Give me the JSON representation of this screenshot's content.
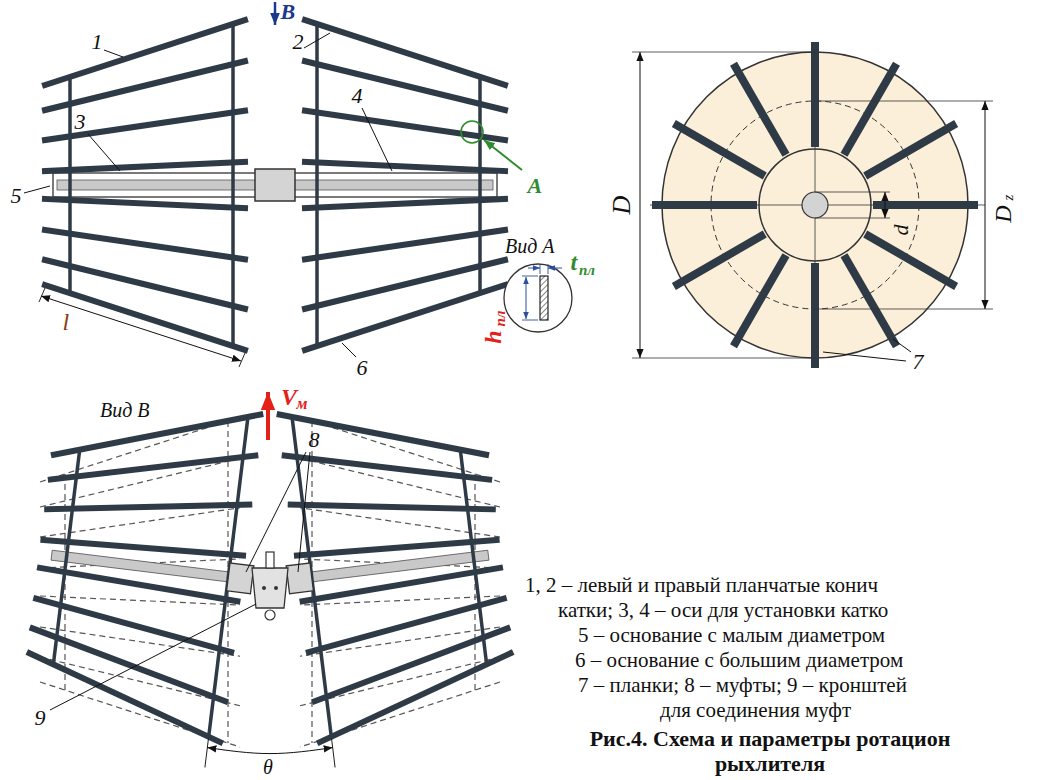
{
  "diagram": {
    "caption": "Рис.4. Схема и параметры ротацион рыхлителя",
    "labels": [
      "В",
      "1",
      "2",
      "3",
      "4",
      "А",
      "5",
      "Вид А",
      "t",
      "пл",
      "h",
      "пл",
      "l",
      "6",
      "D",
      "D",
      "z",
      "d",
      "7",
      "Вид В",
      "V",
      "м",
      "8",
      "1, 2 – левый и правый планчатые конич",
      "катки; 3, 4 – оси для установки катко",
      "5 – основание с малым диаметром",
      "6 – основание с большим диаметром",
      "7 – планки; 8 – муфты; 9 – кронштей",
      "для соединения муфт",
      "9",
      "θ"
    ]
  }
}
